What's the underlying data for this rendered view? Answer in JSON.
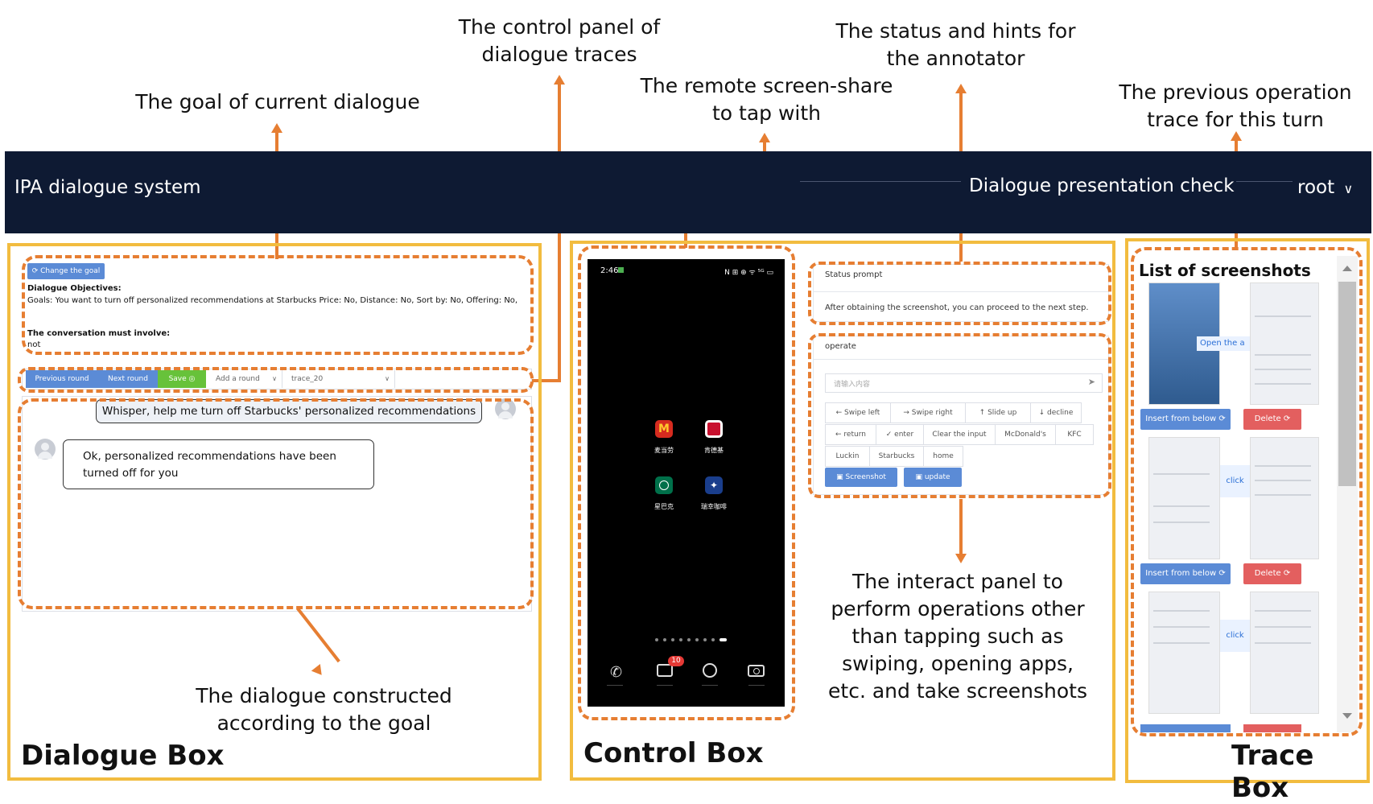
{
  "annotations": {
    "goal": "The goal of current dialogue",
    "control_panel_l1": "The control panel of",
    "control_panel_l2": "dialogue traces",
    "screen_share_l1": "The remote screen-share",
    "screen_share_l2": "to tap with",
    "status_l1": "The status and hints for",
    "status_l2": "the annotator",
    "prev_trace_l1": "The previous operation",
    "prev_trace_l2": "trace for this turn",
    "dialogue_l1": "The dialogue constructed",
    "dialogue_l2": "according to the goal",
    "interact_l1": "The interact panel to",
    "interact_l2": "perform operations other",
    "interact_l3": "than tapping such as",
    "interact_l4": "swiping, opening apps,",
    "interact_l5": "etc. and take screenshots"
  },
  "header": {
    "app_title": "IPA dialogue system",
    "nav_item": "Dialogue presentation check",
    "user": "root"
  },
  "dialogue_box": {
    "label": "Dialogue Box",
    "change_goal": "Change the goal",
    "objectives_heading": "Dialogue Objectives:",
    "goals_text": "Goals: You want to turn off personalized recommendations at Starbucks Price: No, Distance: No, Sort by: No, Offering: No,",
    "must_involve_heading": "The conversation must involve:",
    "must_involve_value": "not",
    "controls": {
      "previous_round": "Previous round",
      "next_round": "Next round",
      "save": "Save",
      "add_round": "Add a round",
      "trace_value": "trace_20"
    },
    "messages": [
      {
        "role": "user",
        "text": "Whisper, help me turn off Starbucks' personalized recommendations"
      },
      {
        "role": "assistant",
        "text_l1": "Ok, personalized recommendations have been",
        "text_l2": "turned off for you"
      }
    ]
  },
  "control_box": {
    "label": "Control Box",
    "phone": {
      "time": "2:46",
      "status_icons": "N ⊞ ⊕ ᯤ ⁵ᴳ ▭",
      "apps": [
        "麦当劳",
        "肯德基",
        "星巴克",
        "瑞幸咖啡"
      ],
      "badge": "10"
    },
    "status_prompt_label": "Status prompt",
    "status_prompt_text": "After obtaining the screenshot, you can proceed to the next step.",
    "operate_label": "operate",
    "input_placeholder": "请输入内容",
    "buttons": [
      "← Swipe left",
      "→ Swipe right",
      "↑ Slide up",
      "↓ decline",
      "← return",
      "✓ enter",
      "Clear the input",
      "McDonald's",
      "KFC",
      "Luckin",
      "Starbucks",
      "home"
    ],
    "screenshot_btn": "Screenshot",
    "update_btn": "update"
  },
  "trace_box": {
    "label": "Trace Box",
    "list_title": "List of screenshots",
    "open_label": "Open the a",
    "click_label": "click",
    "insert_btn": "Insert from below",
    "delete_btn": "Delete"
  },
  "colors": {
    "header_bg": "#0e1a33",
    "accent_orange": "#e67e32",
    "box_yellow": "#f2bc3f",
    "btn_blue": "#5b8bd6",
    "btn_green": "#67c23a",
    "btn_red": "#e35f5f"
  }
}
